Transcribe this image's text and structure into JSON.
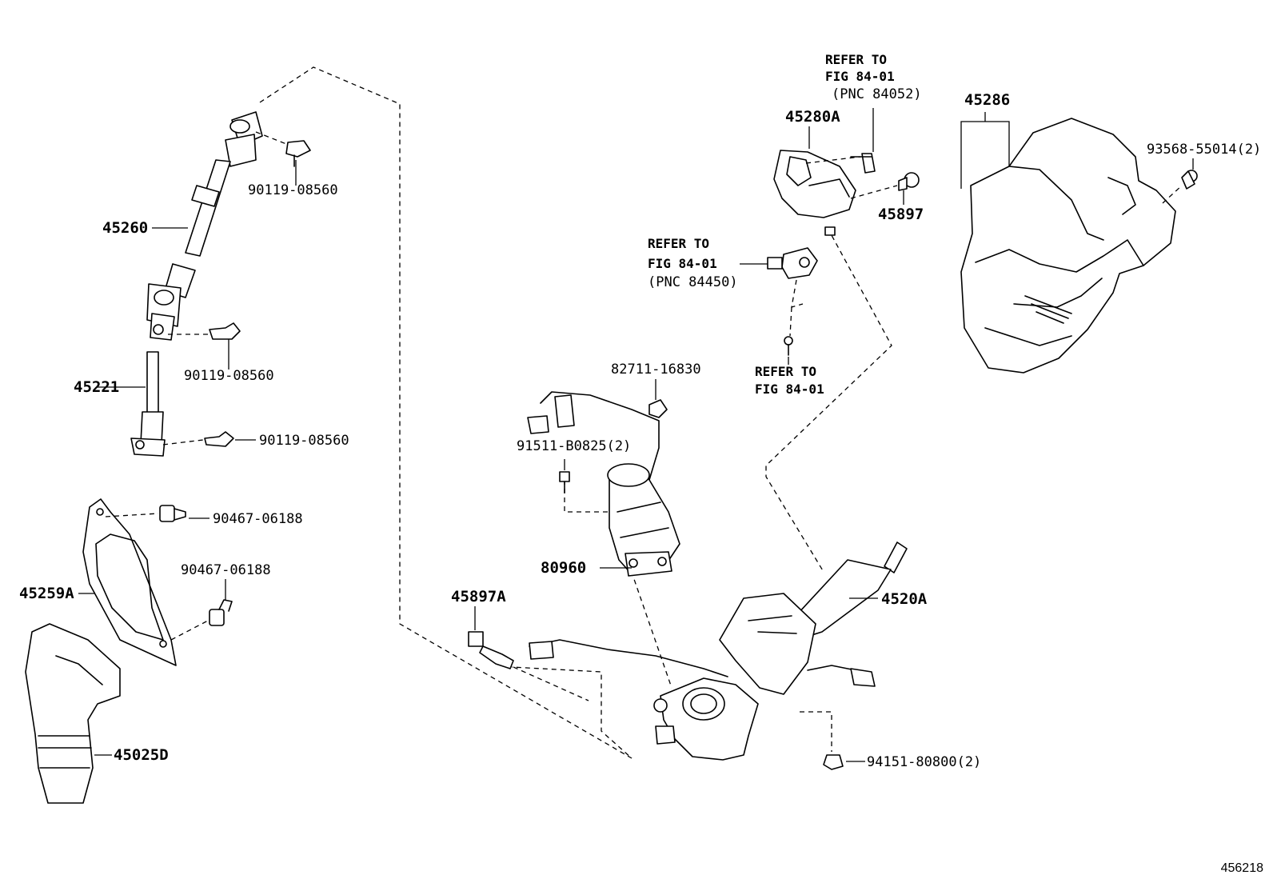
{
  "figure_id": "456218",
  "parts": {
    "p45260": "45260",
    "p90119_a": "90119-08560",
    "p90119_b": "90119-08560",
    "p90119_c": "90119-08560",
    "p45221": "45221",
    "p90467_a": "90467-06188",
    "p90467_b": "90467-06188",
    "p45259A": "45259A",
    "p45025D": "45025D",
    "p45280A": "45280A",
    "p45897": "45897",
    "p45286": "45286",
    "p93568": "93568-55014(2)",
    "p82711": "82711-16830",
    "p91511": "91511-B0825(2)",
    "p80960": "80960",
    "p45897A": "45897A",
    "p4520A": "4520A",
    "p94151": "94151-80800(2)"
  },
  "references": {
    "ref_top": [
      "REFER TO",
      "FIG 84-01",
      "(PNC 84052)"
    ],
    "ref_mid": [
      "REFER TO",
      "FIG 84-01",
      "(PNC 84450)"
    ],
    "ref_low": [
      "REFER TO",
      "FIG 84-01"
    ]
  }
}
